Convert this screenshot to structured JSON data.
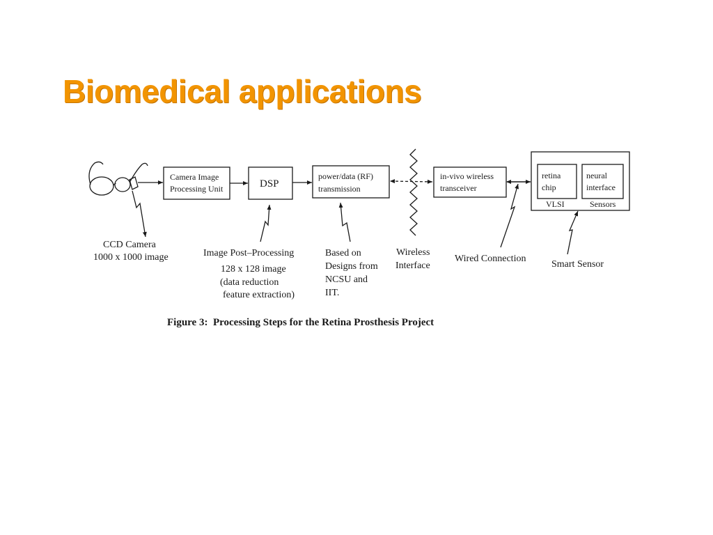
{
  "slide": {
    "title": "Biomedical applications",
    "title_color": "#f29400"
  },
  "diagram": {
    "boxes": {
      "camera_unit": [
        "Camera Image",
        "Processing Unit"
      ],
      "dsp": "DSP",
      "rf": [
        "power/data (RF)",
        "transmission"
      ],
      "transceiver": [
        "in-vivo wireless",
        "transceiver"
      ],
      "retina_chip": [
        "retina",
        "chip"
      ],
      "neural_interface": [
        "neural",
        "interface"
      ],
      "vlsi": "VLSI",
      "sensors": "Sensors"
    },
    "annotations": {
      "ccd": [
        "CCD Camera",
        "1000 x 1000 image"
      ],
      "post": [
        "Image Post–Processing",
        "128 x 128 image",
        "(data reduction",
        "feature extraction)"
      ],
      "based": [
        "Based on",
        "Designs from",
        "NCSU and",
        "IIT."
      ],
      "wireless": [
        "Wireless",
        "Interface"
      ],
      "wired": "Wired Connection",
      "smart": "Smart Sensor"
    },
    "caption": "Figure 3:  Processing Steps for the Retina Prosthesis Project"
  }
}
